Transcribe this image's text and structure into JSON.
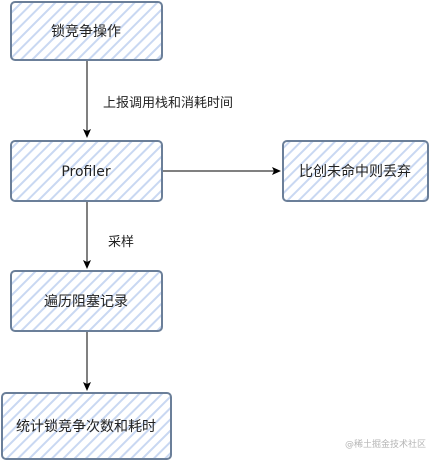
{
  "nodes": {
    "lock_op": "锁竞争操作",
    "profiler": "Profiler",
    "discard": "比创未命中则丢弃",
    "traverse": "遍历阻塞记录",
    "stats": "统计锁竞争次数和耗时"
  },
  "edges": {
    "report": "上报调用栈和消耗时间",
    "sample": "采样"
  },
  "watermark": "@稀土掘金技术社区",
  "colors": {
    "node_stroke": "#6b7f99",
    "node_hatch": "#c9d8f2",
    "arrow": "#000000"
  }
}
